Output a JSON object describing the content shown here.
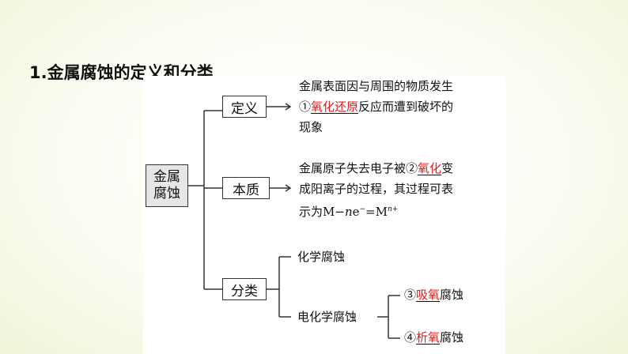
{
  "title": "1.金属腐蚀的定义和分类",
  "root": {
    "line1": "金属",
    "line2": "腐蚀"
  },
  "definition": {
    "label": "定义",
    "line1": "金属表面因与周围的物质发生",
    "marker": "①",
    "answer": "氧化还原",
    "line2_rest": "反应而遭到破坏的",
    "line3": "现象"
  },
  "essence": {
    "label": "本质",
    "line1_pre": "金属原子失去电子被",
    "marker": "②",
    "answer": "氧化",
    "line1_post": "变",
    "line2": "成阳离子的过程，其过程可表",
    "line3_pre": "示为M−",
    "n1": "n",
    "line3_mid": "e",
    "sup_minus": "−",
    "line3_eq": "=M",
    "sup_n": "n+"
  },
  "classification": {
    "label": "分类",
    "chemical": "化学腐蚀",
    "electrochemical": "电化学腐蚀",
    "oxygen_absorb": {
      "marker": "③",
      "answer": "吸氧",
      "suffix": "腐蚀"
    },
    "hydrogen_evolve": {
      "marker": "④",
      "answer": "析氧",
      "suffix": "腐蚀"
    }
  },
  "colors": {
    "answer": "#e01b1b",
    "root_fill": "#e6e6e6"
  }
}
